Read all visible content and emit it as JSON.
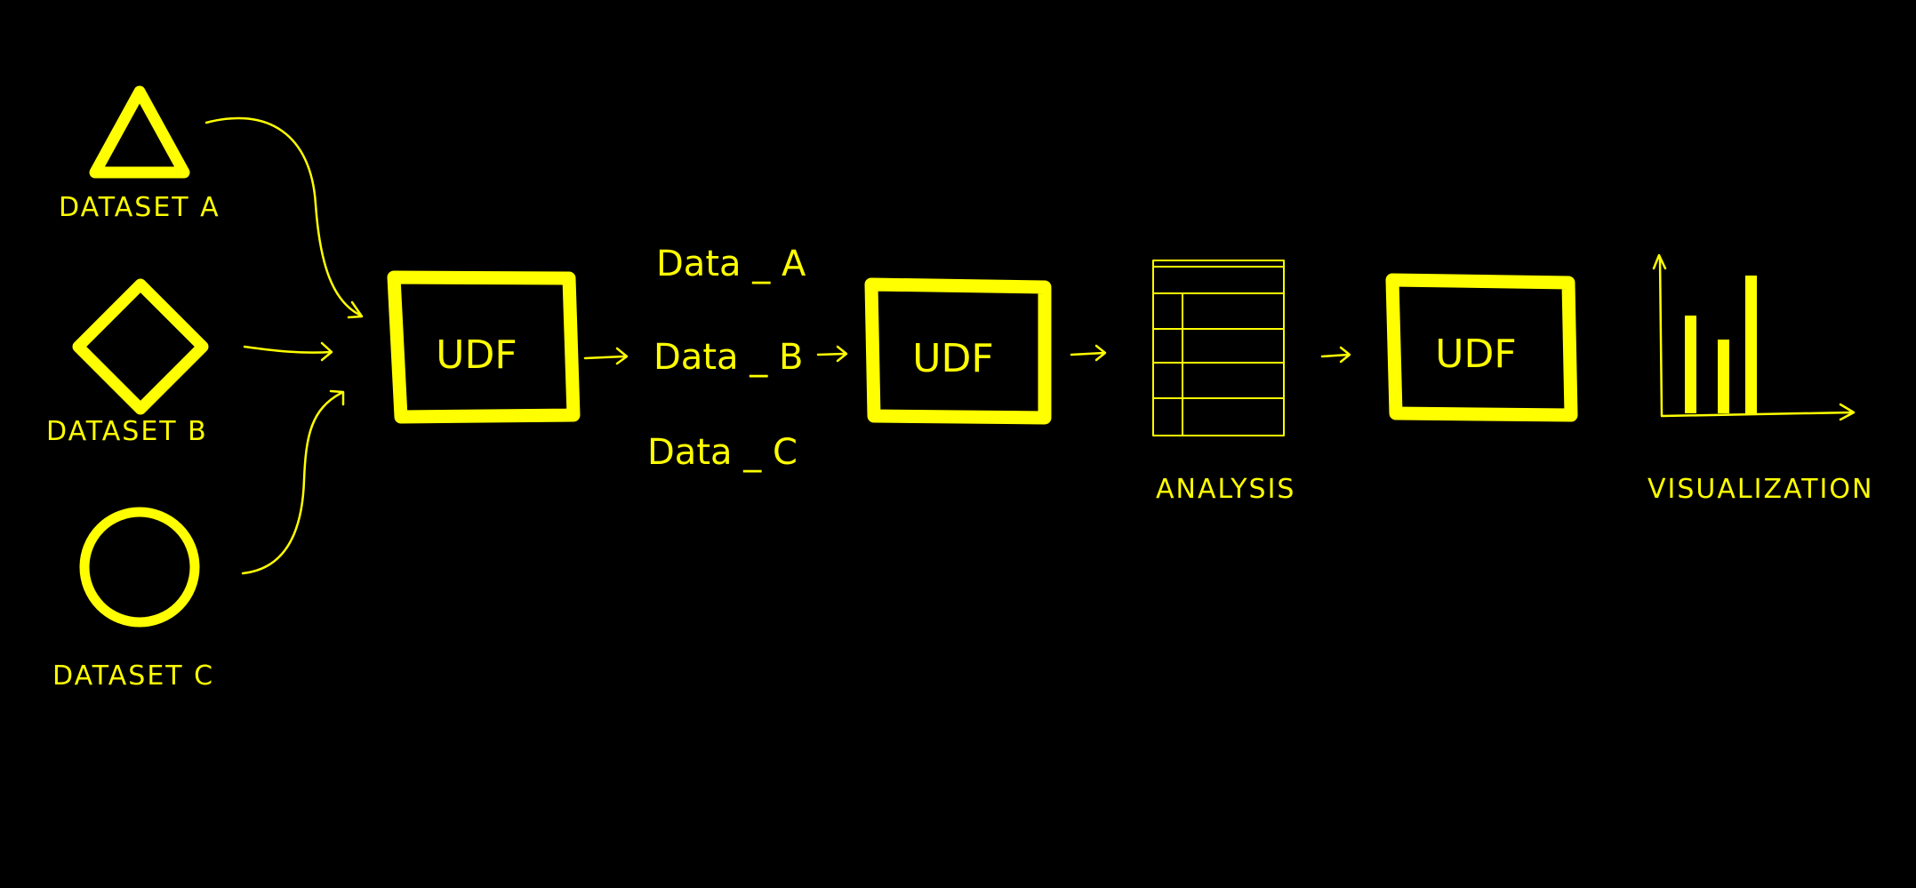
{
  "accent_color": "#ffff00",
  "background_color": "#000000",
  "datasets": [
    {
      "label": "DATASET  A",
      "shape": "triangle-icon"
    },
    {
      "label": "DATASET  B",
      "shape": "diamond-icon"
    },
    {
      "label": "DATASET  C",
      "shape": "circle-icon"
    }
  ],
  "udf_boxes": [
    {
      "label": "UDF"
    },
    {
      "label": "UDF"
    },
    {
      "label": "UDF"
    }
  ],
  "data_items": [
    {
      "label": "Data _ A"
    },
    {
      "label": "Data _ B"
    },
    {
      "label": "Data _ C"
    }
  ],
  "analysis": {
    "label": "ANALYSIS",
    "icon": "table-icon"
  },
  "visualization": {
    "label": "VISUALIZATION",
    "icon": "bar-chart-icon"
  }
}
